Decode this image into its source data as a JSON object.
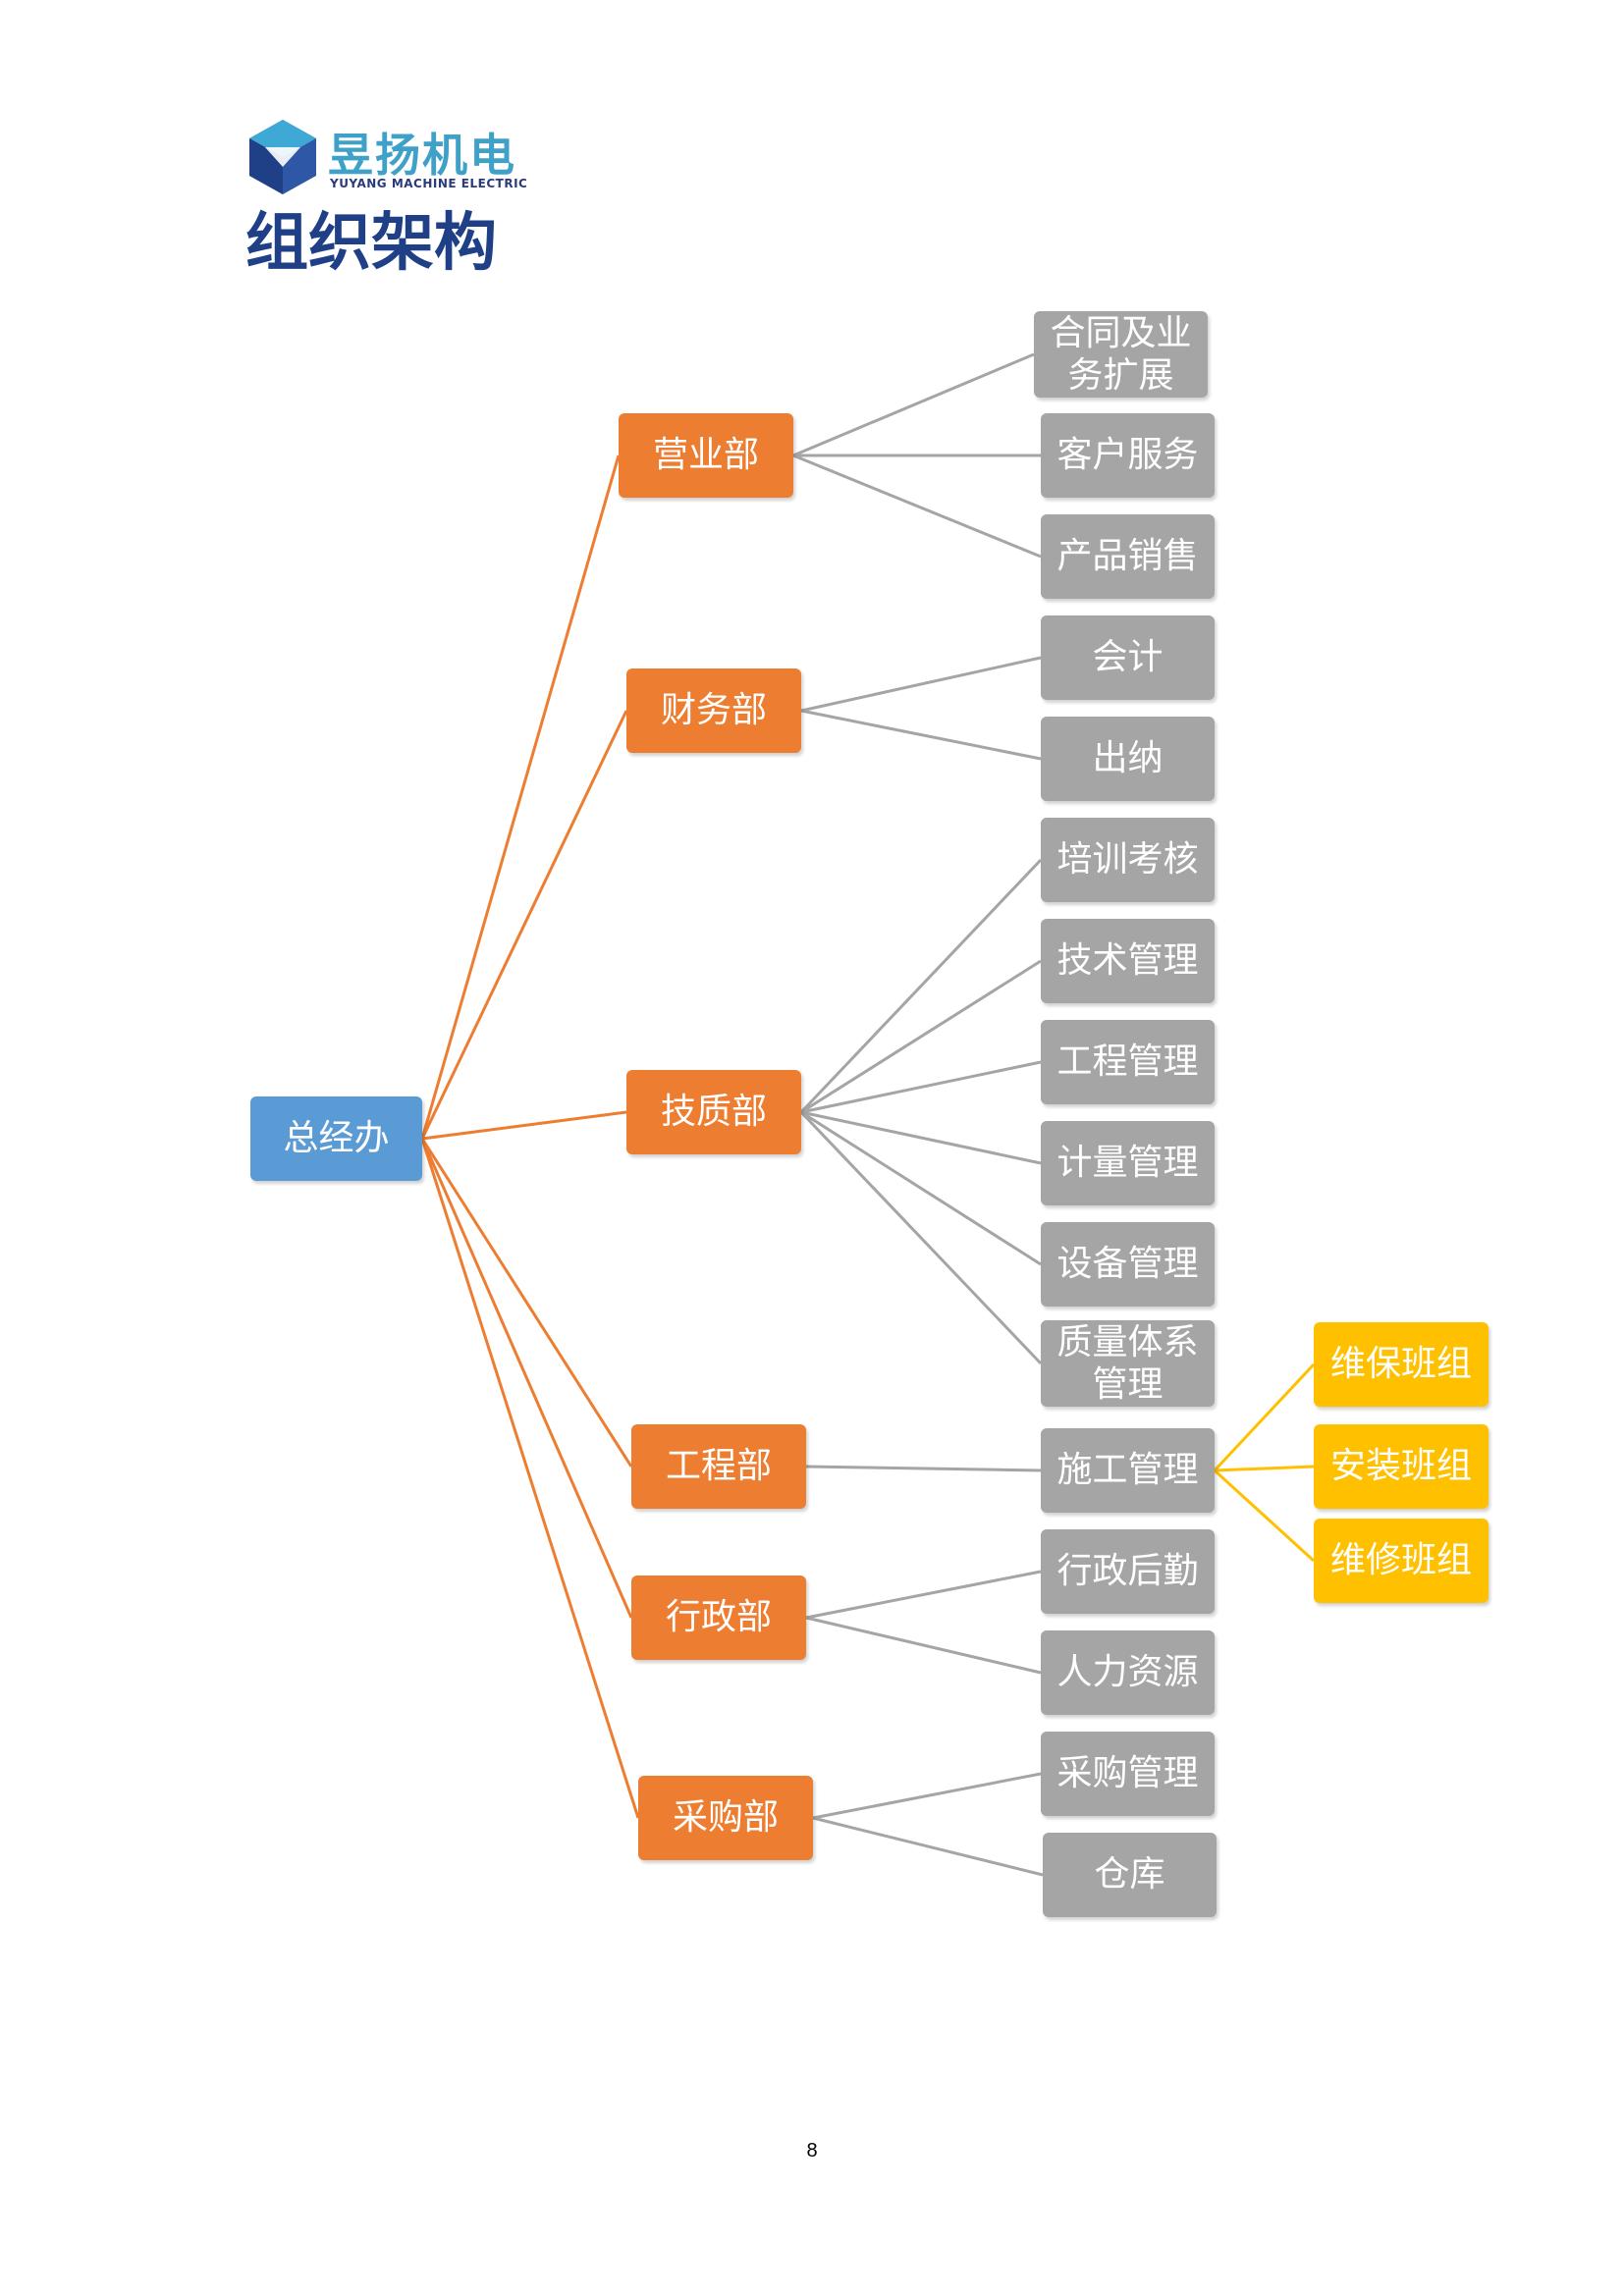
{
  "logo": {
    "name_cn": "昱扬机电",
    "name_en": "YUYANG MACHINE ELECTRIC"
  },
  "page_title": "组织架构",
  "colors": {
    "root": "#5b9bd5",
    "department": "#ed7d31",
    "sub_function": "#a5a5a5",
    "team": "#ffc000",
    "root_connector": "#ed7d31",
    "sub_connector": "#a5a5a5",
    "team_connector": "#ffc000",
    "title": "#1f3f86"
  },
  "org": {
    "root": "总经办",
    "departments": [
      {
        "label": "营业部",
        "children": [
          "合同及业务扩展",
          "客户服务",
          "产品销售"
        ]
      },
      {
        "label": "财务部",
        "children": [
          "会计",
          "出纳"
        ]
      },
      {
        "label": "技质部",
        "children": [
          "培训考核",
          "技术管理",
          "工程管理",
          "计量管理",
          "设备管理",
          "质量体系管理"
        ]
      },
      {
        "label": "工程部",
        "children": [
          "施工管理"
        ]
      },
      {
        "label": "行政部",
        "children": [
          "行政后勤",
          "人力资源"
        ]
      },
      {
        "label": "采购部",
        "children": [
          "采购管理",
          "仓库"
        ]
      }
    ],
    "teams_parent": "施工管理",
    "teams": [
      "维保班组",
      "安装班组",
      "维修班组"
    ]
  },
  "page_number": "8"
}
